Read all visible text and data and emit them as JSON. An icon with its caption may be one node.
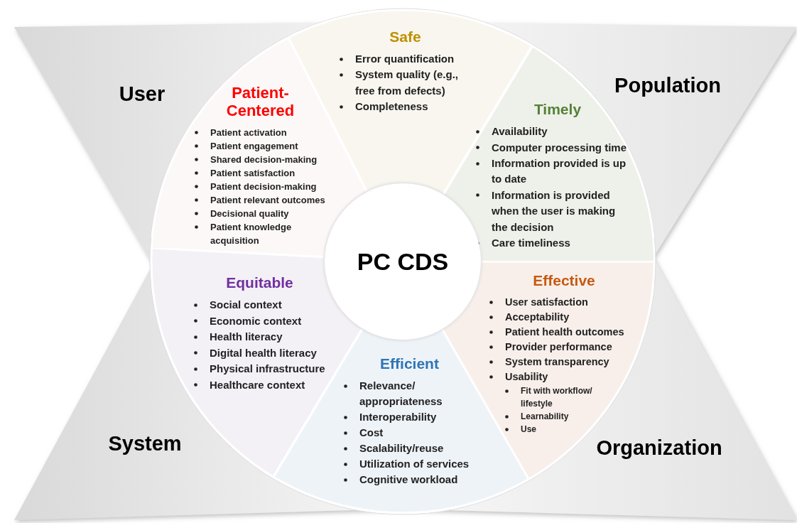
{
  "diagram": {
    "nodes": [
      {
        "text": [
          "Safe",
          "Error quantification",
          "System quality (e.g., free from defects)",
          "Completeness"
        ]
      },
      {
        "text": [
          "Patient-Centered",
          "Patient activation",
          "Patient engagement",
          "Shared decision-making",
          "Patient satisfaction",
          "Patient decision-making",
          "Patient relevant outcomes",
          "Decisional quality",
          "Patient knowledge acquisition"
        ]
      },
      {
        "text": [
          "Timely",
          "Availability",
          "Computer processing time",
          "Information provided is up to date",
          "Information is provided when the user is making the decision",
          "Care timeliness"
        ]
      },
      {
        "text": [
          "PC CDS"
        ]
      },
      {
        "text": [
          "Equitable",
          "Social context",
          "Economic context",
          "Health literacy",
          "Digital health literacy",
          "Physical infrastructure",
          "Healthcare context"
        ]
      },
      {
        "text": [
          "Effective",
          "User satisfaction",
          "Acceptability",
          "Patient health outcomes",
          "Provider performance",
          "System transparency",
          "Usability",
          "Fit with workflow/ lifestyle",
          "Learnability",
          "Use"
        ]
      },
      {
        "text": [
          "Efficient",
          "Relevance/ appropriateness",
          "Interoperability",
          "Cost",
          "Scalability/reuse",
          "Utilization of services",
          "Cognitive workload"
        ]
      }
    ],
    "labels": [
      "User",
      "Population",
      "System",
      "Organization"
    ]
  }
}
